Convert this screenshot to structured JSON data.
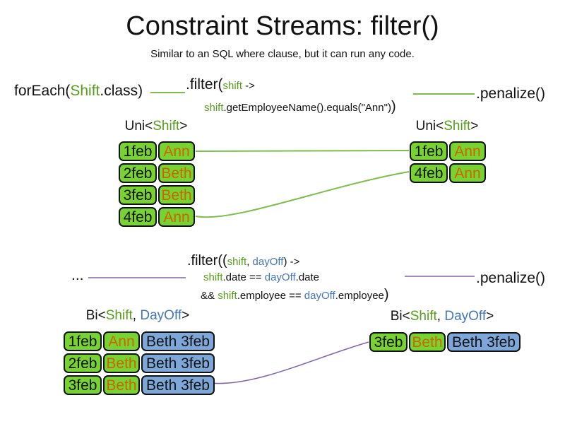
{
  "slide": {
    "title": "Constraint Streams: filter()",
    "subtitle": "Similar to an SQL where clause, but it can run any code."
  },
  "colors": {
    "class_green": "#579d1c",
    "cell_green": "#77d232",
    "cell_blue": "#7da7d9",
    "name_orange": "#cc6600",
    "dayoff_blue": "#4576b5",
    "line_green": "#7fbb4e",
    "line_purple": "#8064a2"
  },
  "uni_example": {
    "source_code": {
      "fn": "forEach(",
      "arg_class": "Shift",
      "arg_rest": ".class)"
    },
    "filter_code": {
      "method": ".filter(",
      "lambda_param": "shift",
      "arrow": " ->",
      "body_param": "shift",
      "body_rest": ".getEmployeeName().equals(\"Ann\")",
      "close_paren": ")"
    },
    "penalize_label": ".penalize()",
    "input_table": {
      "header": {
        "pre": "Uni<",
        "type1": "Shift",
        "post": ">"
      },
      "rows": [
        {
          "date": "1feb",
          "employee": "Ann"
        },
        {
          "date": "2feb",
          "employee": "Beth"
        },
        {
          "date": "3feb",
          "employee": "Beth"
        },
        {
          "date": "4feb",
          "employee": "Ann"
        }
      ]
    },
    "output_table": {
      "header": {
        "pre": "Uni<",
        "type1": "Shift",
        "post": ">"
      },
      "rows": [
        {
          "date": "1feb",
          "employee": "Ann"
        },
        {
          "date": "4feb",
          "employee": "Ann"
        }
      ]
    }
  },
  "bi_example": {
    "source_label": "...",
    "filter_code": {
      "method": ".filter((",
      "param1": "shift",
      "comma": ",",
      "param2": " dayOff",
      "params_close": ")",
      "arrow": " ->",
      "line2": {
        "p1": "shift",
        "t1": ".date == ",
        "p2": "dayOff",
        "t2": ".date"
      },
      "line3": {
        "t0": "&& ",
        "p1": "shift",
        "t1": ".employee == ",
        "p2": "dayOff",
        "t2": ".employee",
        "close": ")"
      }
    },
    "penalize_label": ".penalize()",
    "input_table": {
      "header": {
        "pre": "Bi<",
        "type1": "Shift",
        "comma": ", ",
        "type2": "DayOff",
        "post": ">"
      },
      "rows": [
        {
          "date": "1feb",
          "employee": "Ann",
          "dayoff": "Beth 3feb"
        },
        {
          "date": "2feb",
          "employee": "Beth",
          "dayoff": "Beth 3feb"
        },
        {
          "date": "3feb",
          "employee": "Beth",
          "dayoff": "Beth 3feb"
        }
      ]
    },
    "output_table": {
      "header": {
        "pre": "Bi<",
        "type1": "Shift",
        "comma": ", ",
        "type2": "DayOff",
        "post": ">"
      },
      "rows": [
        {
          "date": "3feb",
          "employee": "Beth",
          "dayoff": "Beth 3feb"
        }
      ]
    }
  }
}
